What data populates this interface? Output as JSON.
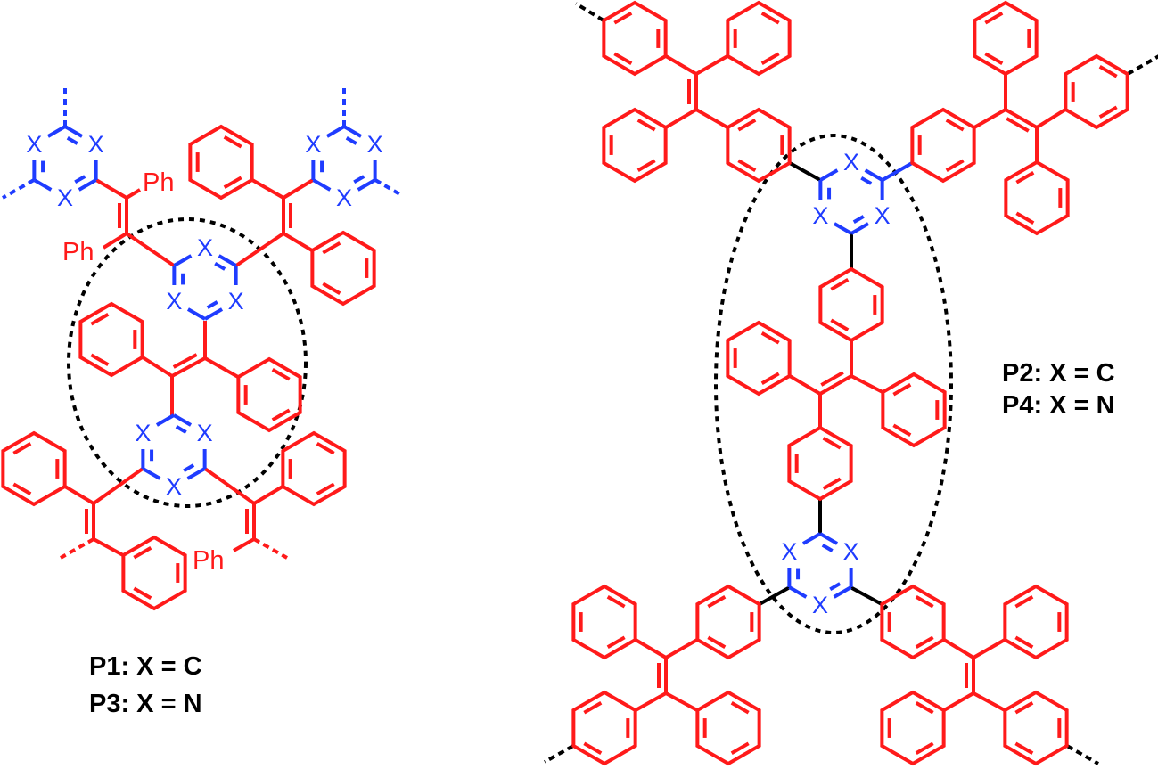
{
  "atoms": {
    "x": "X",
    "ph": "Ph"
  },
  "captions": {
    "left": [
      "P1: X = C",
      "P3: X = N"
    ],
    "right": [
      "P2: X = C",
      "P4: X = N"
    ]
  },
  "colors": {
    "tpe": "#ff1a1a",
    "triazine": "#1f3cff",
    "linker": "#000000",
    "highlight": "#000000"
  }
}
